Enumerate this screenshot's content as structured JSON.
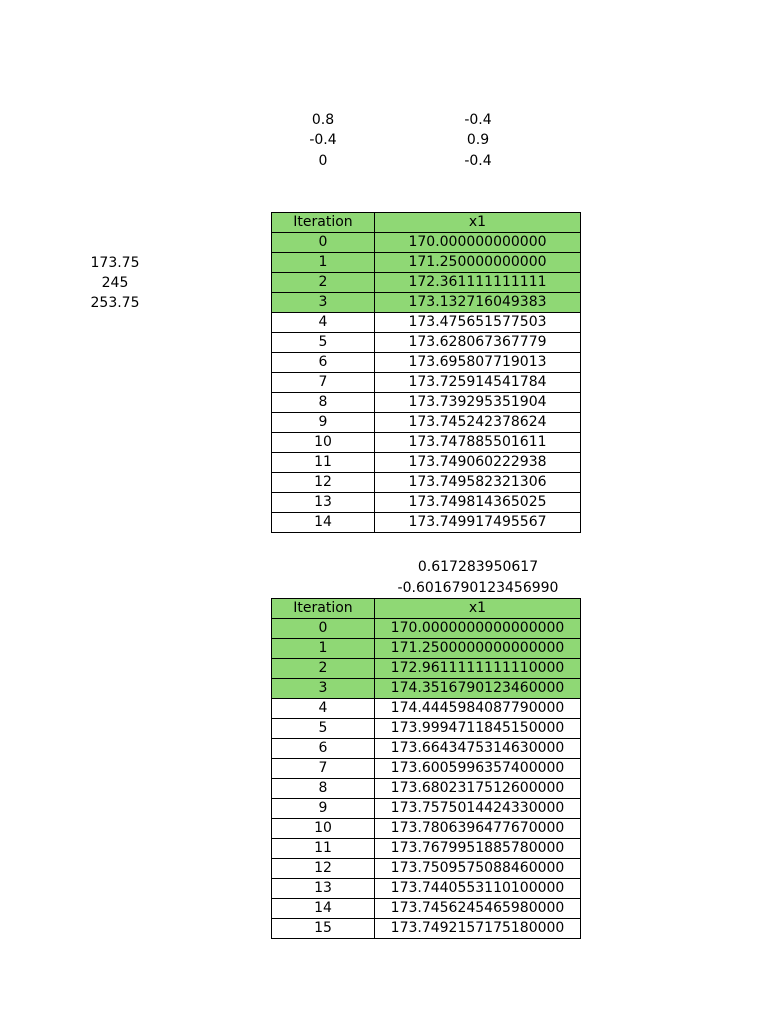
{
  "matrix": {
    "rows": [
      [
        "0.8",
        "-0.4"
      ],
      [
        "-0.4",
        "0.9"
      ],
      [
        "0",
        "-0.4"
      ]
    ]
  },
  "rhs": [
    "173.75",
    "245",
    "253.75"
  ],
  "table1": {
    "headers": [
      "Iteration",
      "x1"
    ],
    "highlight_color": "#8fd875",
    "rows": [
      [
        "0",
        "170.000000000000"
      ],
      [
        "1",
        "171.250000000000"
      ],
      [
        "2",
        "172.361111111111"
      ],
      [
        "3",
        "173.132716049383"
      ],
      [
        "4",
        "173.475651577503"
      ],
      [
        "5",
        "173.628067367779"
      ],
      [
        "6",
        "173.695807719013"
      ],
      [
        "7",
        "173.725914541784"
      ],
      [
        "8",
        "173.739295351904"
      ],
      [
        "9",
        "173.745242378624"
      ],
      [
        "10",
        "173.747885501611"
      ],
      [
        "11",
        "173.749060222938"
      ],
      [
        "12",
        "173.749582321306"
      ],
      [
        "13",
        "173.749814365025"
      ],
      [
        "14",
        "173.749917495567"
      ]
    ]
  },
  "params": [
    "0.617283950617",
    "-0.6016790123456990"
  ],
  "table2": {
    "headers": [
      "Iteration",
      "x1"
    ],
    "rows": [
      [
        "0",
        "170.0000000000000000"
      ],
      [
        "1",
        "171.2500000000000000"
      ],
      [
        "2",
        "172.9611111111110000"
      ],
      [
        "3",
        "174.3516790123460000"
      ],
      [
        "4",
        "174.4445984087790000"
      ],
      [
        "5",
        "173.9994711845150000"
      ],
      [
        "6",
        "173.6643475314630000"
      ],
      [
        "7",
        "173.6005996357400000"
      ],
      [
        "8",
        "173.6802317512600000"
      ],
      [
        "9",
        "173.7575014424330000"
      ],
      [
        "10",
        "173.7806396477670000"
      ],
      [
        "11",
        "173.7679951885780000"
      ],
      [
        "12",
        "173.7509575088460000"
      ],
      [
        "13",
        "173.7440553110100000"
      ],
      [
        "14",
        "173.7456245465980000"
      ],
      [
        "15",
        "173.7492157175180000"
      ]
    ]
  }
}
